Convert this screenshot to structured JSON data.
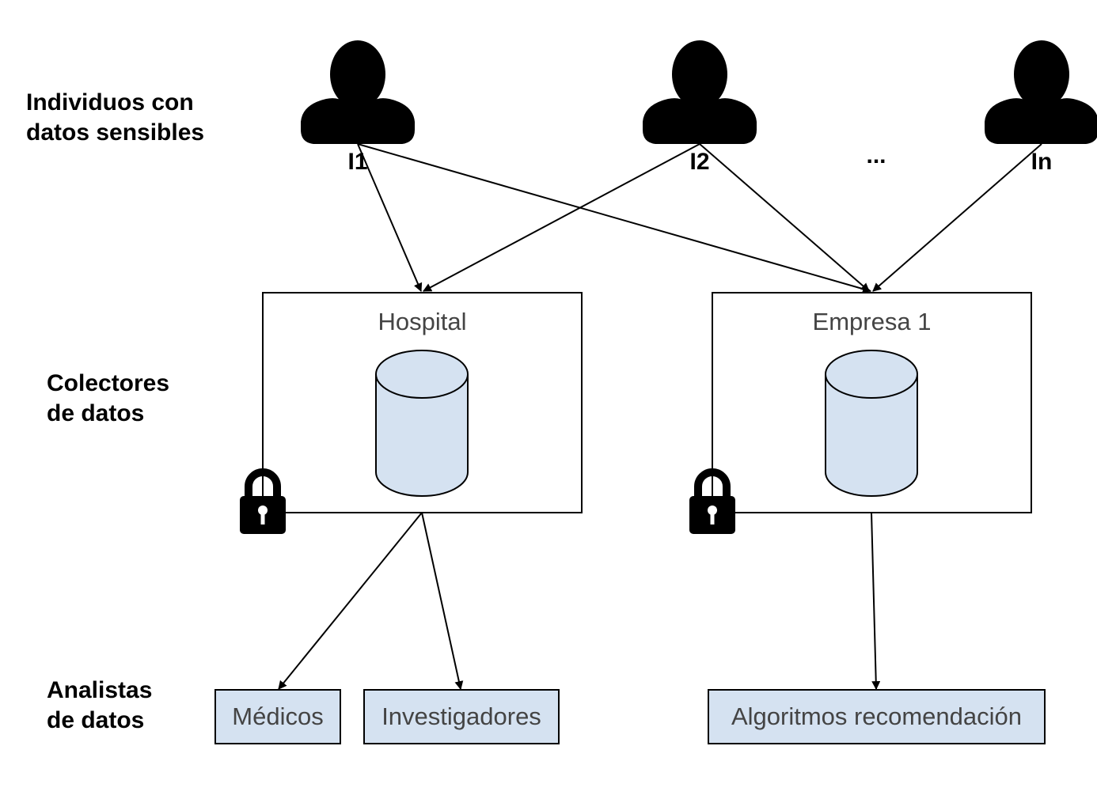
{
  "rows": {
    "individuals": [
      "Individuos con",
      "datos sensibles"
    ],
    "collectors": [
      "Colectores",
      "de datos"
    ],
    "analysts": [
      "Analistas",
      "de datos"
    ]
  },
  "people": [
    {
      "label": "I1"
    },
    {
      "label": "I2"
    },
    {
      "label": "..."
    },
    {
      "label": "In"
    }
  ],
  "collectors": [
    {
      "title": "Hospital"
    },
    {
      "title": "Empresa 1"
    }
  ],
  "analysts": [
    {
      "label": "Médicos"
    },
    {
      "label": "Investigadores"
    },
    {
      "label": "Algoritmos recomendación"
    }
  ],
  "colors": {
    "fill": "#d5e2f1",
    "stroke": "#000000",
    "box_text": "#444444"
  }
}
